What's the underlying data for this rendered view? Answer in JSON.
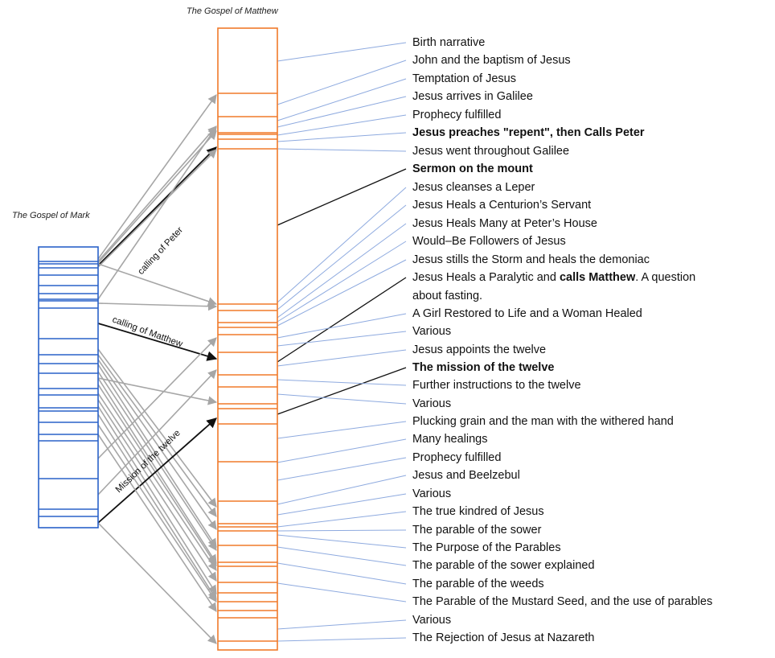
{
  "diagram": {
    "matthew_title": "The Gospel of Matthew",
    "mark_title": "The Gospel of Mark",
    "colors": {
      "matthew": "#f07a2a",
      "mark": "#2a62c9",
      "arrow_gray": "#a6a6a6",
      "arrow_black": "#111111",
      "connector_blue": "#8eaadf",
      "connector_black": "#111111"
    },
    "arrow_labels": [
      {
        "text": "calling of Peter"
      },
      {
        "text": "calling of Matthew"
      },
      {
        "text": "Mission of the twelve"
      }
    ],
    "sections": [
      {
        "label": "Birth narrative",
        "bold": false
      },
      {
        "label": "John and the baptism of Jesus",
        "bold": false
      },
      {
        "label": "Temptation of Jesus",
        "bold": false
      },
      {
        "label": "Jesus arrives in Galilee",
        "bold": false
      },
      {
        "label": "Prophecy fulfilled",
        "bold": false
      },
      {
        "label": "Jesus preaches \"repent\", then Calls Peter",
        "bold": true
      },
      {
        "label": "Jesus went throughout Galilee",
        "bold": false
      },
      {
        "label": "Sermon on the mount",
        "bold": true
      },
      {
        "label": "Jesus cleanses a Leper",
        "bold": false
      },
      {
        "label": "Jesus Heals a Centurion’s Servant",
        "bold": false
      },
      {
        "label": "Jesus Heals Many at Peter’s House",
        "bold": false
      },
      {
        "label": "Would–Be Followers of Jesus",
        "bold": false
      },
      {
        "label": "Jesus stills the Storm and heals the demoniac",
        "bold": false
      },
      {
        "label_parts": [
          "Jesus Heals a Paralytic and ",
          "calls Matthew",
          ". A question",
          "about fasting."
        ],
        "bold": false
      },
      {
        "label": "A Girl Restored to Life and a Woman Healed",
        "bold": false
      },
      {
        "label": "Various",
        "bold": false
      },
      {
        "label": "Jesus appoints the twelve",
        "bold": false
      },
      {
        "label": "The mission of the twelve",
        "bold": true
      },
      {
        "label": "Further instructions to the twelve",
        "bold": false
      },
      {
        "label": "Various",
        "bold": false
      },
      {
        "label": "Plucking grain and the man with the withered hand",
        "bold": false
      },
      {
        "label": "Many healings",
        "bold": false
      },
      {
        "label": "Prophecy fulfilled",
        "bold": false
      },
      {
        "label": "Jesus and Beelzebul",
        "bold": false
      },
      {
        "label": "Various",
        "bold": false
      },
      {
        "label": "The true kindred of Jesus",
        "bold": false
      },
      {
        "label": "The parable of the sower",
        "bold": false
      },
      {
        "label": "The Purpose of the Parables",
        "bold": false
      },
      {
        "label": "The parable of the sower explained",
        "bold": false
      },
      {
        "label": "The parable of the weeds",
        "bold": false
      },
      {
        "label": "The Parable of the Mustard Seed, and the use of parables",
        "bold": false
      },
      {
        "label": "Various",
        "bold": false
      },
      {
        "label": "The Rejection of Jesus at Nazareth",
        "bold": false
      }
    ]
  }
}
